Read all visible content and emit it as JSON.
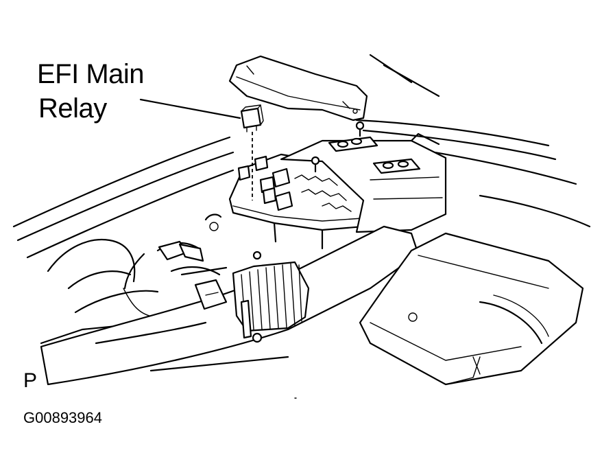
{
  "callout": {
    "line1": "EFI Main",
    "line2": "Relay"
  },
  "view_mark": "P",
  "figure_id": "G00893964"
}
